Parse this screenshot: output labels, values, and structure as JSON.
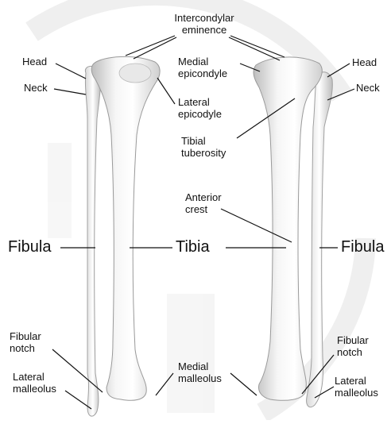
{
  "labels": {
    "intercondylar_eminence": "Intercondylar\neminence",
    "head_left": "Head",
    "neck_left": "Neck",
    "medial_epicondyle": "Medial\nepicondyle",
    "lateral_epicondyle": "Lateral\nepicodyle",
    "head_right": "Head",
    "neck_right": "Neck",
    "tibial_tuberosity": "Tibial\ntuberosity",
    "anterior_crest": "Anterior\ncrest",
    "fibula_left": "Fibula",
    "tibia": "Tibia",
    "fibula_right": "Fibula",
    "fibular_notch_left": "Fibular\nnotch",
    "lateral_malleolus_left": "Lateral\nmalleolus",
    "medial_malleolus": "Medial\nmalleolus",
    "fibular_notch_right": "Fibular\nnotch",
    "lateral_malleolus_right": "Lateral\nmalleolus"
  },
  "colors": {
    "bone_light": "#fbfbfb",
    "bone_shadow": "#c9c9c9",
    "bone_outline": "#9a9a9a",
    "leader_line": "#111111",
    "watermark": "#e6e6e6"
  }
}
